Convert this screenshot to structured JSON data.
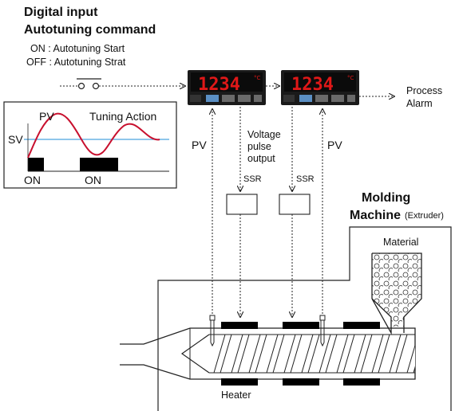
{
  "header": {
    "line1": "Digital input",
    "line2": "Autotuning command",
    "on_text": "ON : Autotuning Start",
    "off_text": "OFF : Autotuning Strat"
  },
  "controller": {
    "display_value": "1234",
    "unit": "°C"
  },
  "tuning_chart": {
    "pv_label": "PV",
    "title": "Tuning Action",
    "sv_label": "SV",
    "on_label_1": "ON",
    "on_label_2": "ON",
    "colors": {
      "pv_curve": "#c8102e",
      "sv_line": "#4aa3df",
      "on_bar": "#000000"
    }
  },
  "labels": {
    "pv_left": "PV",
    "pv_right": "PV",
    "voltage_line1": "Voltage",
    "voltage_line2": "pulse",
    "voltage_line3": "output",
    "ssr_left": "SSR",
    "ssr_right": "SSR",
    "process_alarm_line1": "Process",
    "process_alarm_line2": "Alarm",
    "molding_line1": "Molding",
    "molding_line2": "Machine",
    "extruder": "(Extruder)",
    "material": "Material",
    "heater": "Heater"
  }
}
